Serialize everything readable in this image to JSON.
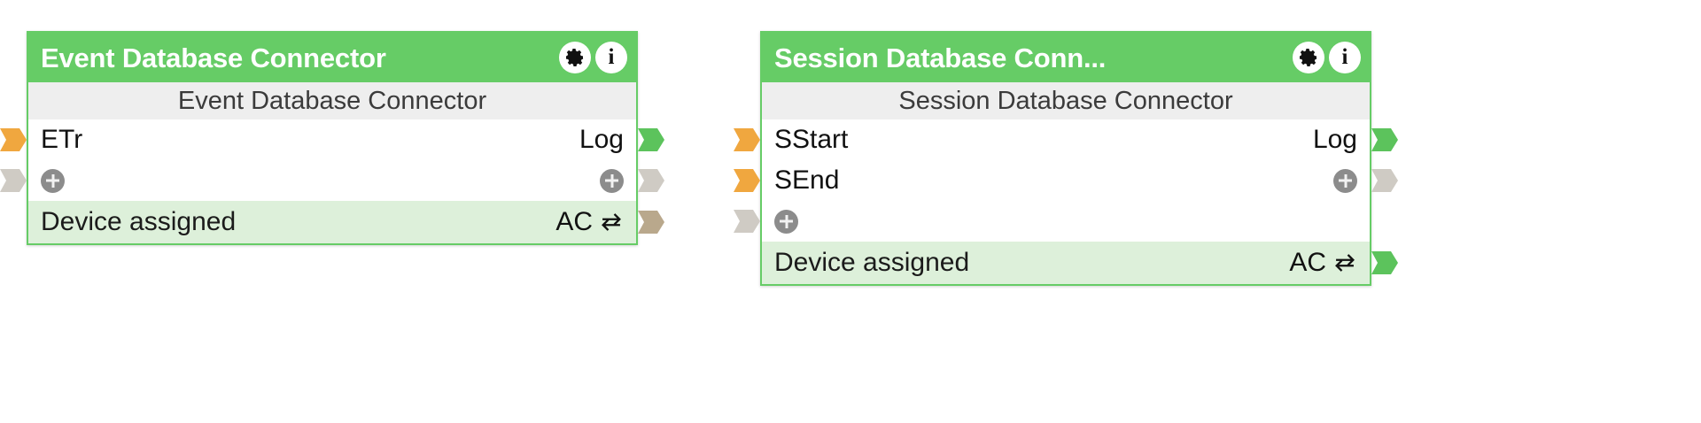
{
  "canvas": {
    "background": "#ffffff",
    "accent_green": "#66cc66",
    "subtitle_bg": "#eeeeee",
    "footer_bg": "#ddf0da",
    "port_in_color": "#f0a73f",
    "port_out_color": "#5cc35c",
    "port_inactive_color": "#cfcbc4",
    "port_brown_color": "#b9a88c"
  },
  "nodes": [
    {
      "id": "event-database-connector",
      "header": {
        "title": "Event Database Connector",
        "settings_icon": "gear-icon",
        "info_icon": "info-icon"
      },
      "subtitle": "Event Database Connector",
      "rows": [
        {
          "type": "ports",
          "left_label": "ETr",
          "right_label": "Log",
          "left_port": "input-flag",
          "right_port": "output-flag",
          "left_port_color": "#f0a73f",
          "right_port_color": "#5cc35c"
        },
        {
          "type": "add",
          "left_label": "",
          "right_label": "",
          "left_port": "input-flag",
          "right_port": "output-flag",
          "left_port_color": "#cfcbc4",
          "right_port_color": "#cfcbc4",
          "left_add_icon": "plus-icon",
          "right_add_icon": "plus-icon"
        }
      ],
      "footer": {
        "text": "Device assigned",
        "value": "AC",
        "icon": "swap-icon",
        "port": "output-flag",
        "port_color": "#b9a88c"
      }
    },
    {
      "id": "session-database-connector",
      "header": {
        "title": "Session Database Conn...",
        "settings_icon": "gear-icon",
        "info_icon": "info-icon"
      },
      "subtitle": "Session Database Connector",
      "rows": [
        {
          "type": "ports",
          "left_label": "SStart",
          "right_label": "Log",
          "left_port": "input-flag",
          "right_port": "output-flag",
          "left_port_color": "#f0a73f",
          "right_port_color": "#5cc35c"
        },
        {
          "type": "ports",
          "left_label": "SEnd",
          "right_label": "",
          "left_port": "input-flag",
          "right_port": "output-flag",
          "left_port_color": "#f0a73f",
          "right_port_color": "#cfcbc4",
          "right_add_icon": "plus-icon"
        },
        {
          "type": "add",
          "left_label": "",
          "right_label": "",
          "left_port": "input-flag",
          "right_port": "",
          "left_port_color": "#cfcbc4",
          "left_add_icon": "plus-icon"
        }
      ],
      "footer": {
        "text": "Device assigned",
        "value": "AC",
        "icon": "swap-icon",
        "port": "output-flag",
        "port_color": "#5cc35c"
      }
    }
  ]
}
